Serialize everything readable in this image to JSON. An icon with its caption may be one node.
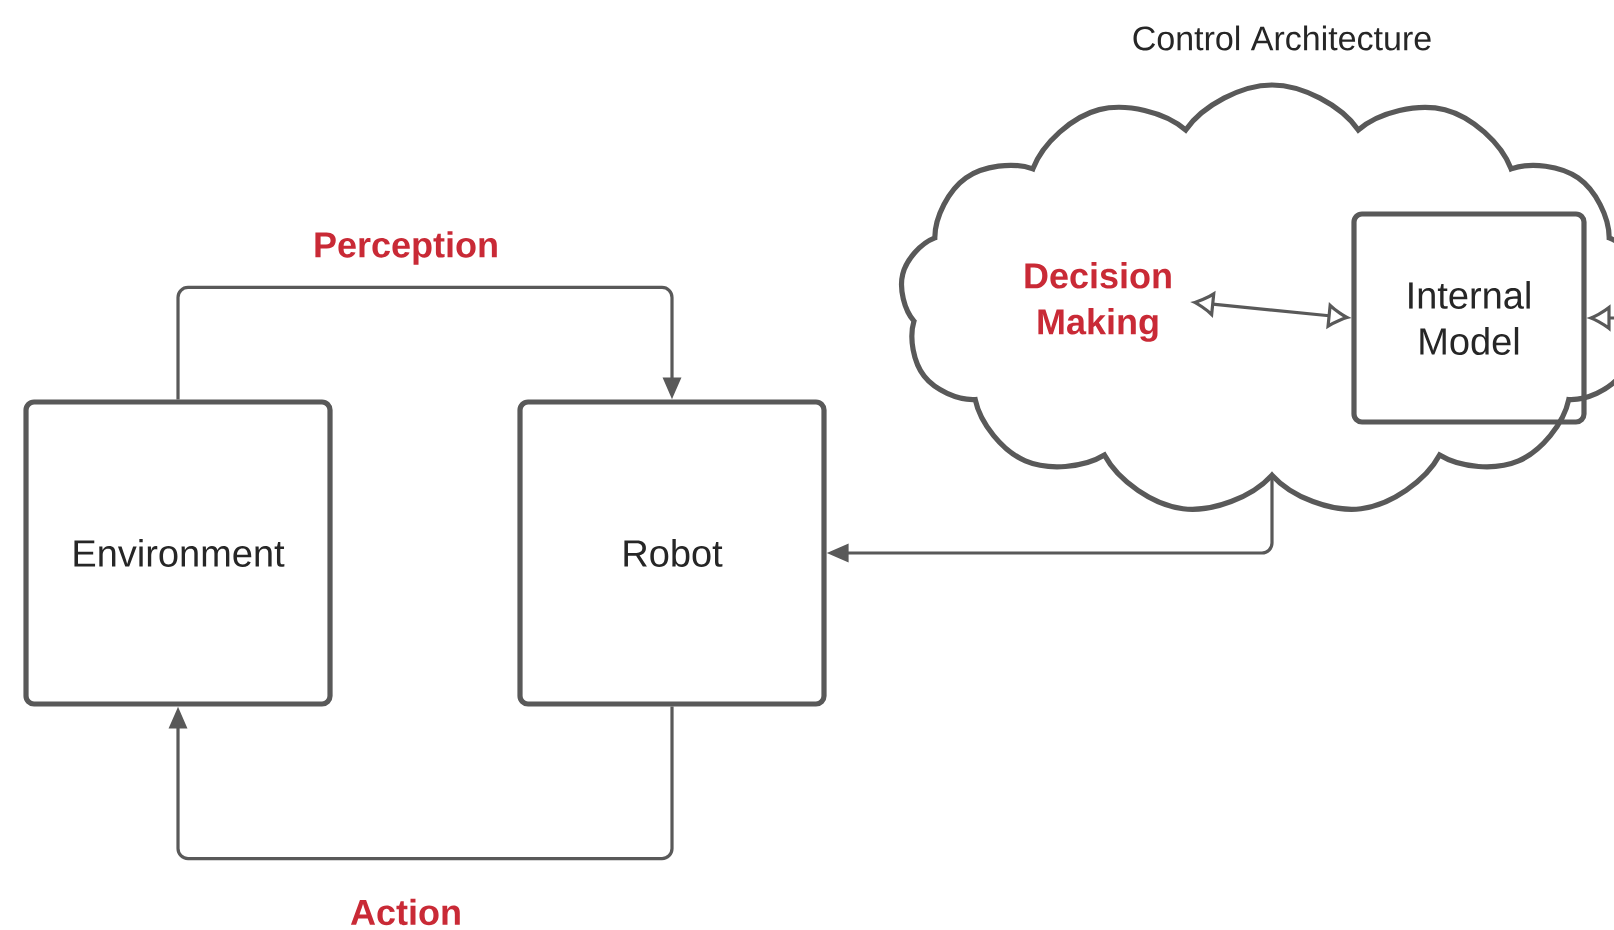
{
  "diagram": {
    "nodes": [
      {
        "text": [
          "Environment"
        ]
      },
      {
        "text": [
          "Robot"
        ]
      },
      {
        "text": [
          "Control Architecture"
        ]
      },
      {
        "text": [
          "Decision Making"
        ],
        "in": 2
      },
      {
        "text": [
          "Internal Model"
        ],
        "in": 2
      }
    ],
    "edges": [
      {
        "from": 0,
        "to": 1,
        "arrow": "to",
        "label": "Perception"
      },
      {
        "from": 1,
        "to": 0,
        "arrow": "to",
        "label": "Action"
      },
      {
        "from": 2,
        "to": 1,
        "arrow": "to"
      },
      {
        "from": 3,
        "to": 4,
        "arrow": "both"
      },
      {
        "from": null,
        "to": 4,
        "arrow": "to"
      }
    ]
  }
}
